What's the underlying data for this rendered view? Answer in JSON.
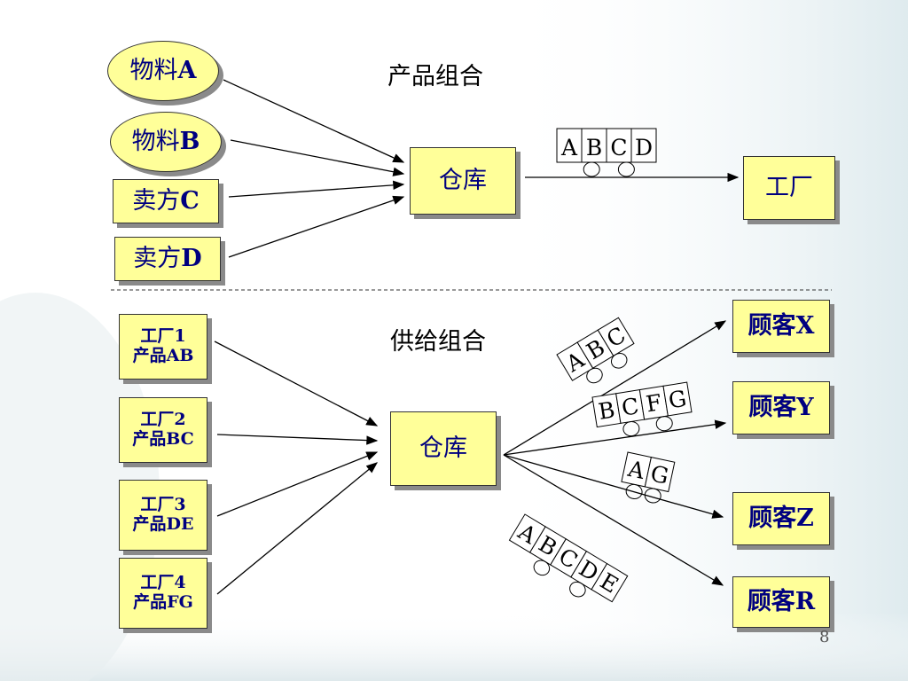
{
  "top": {
    "title": "产品组合",
    "sources": [
      {
        "name": "物料",
        "code": "A",
        "shape": "oval"
      },
      {
        "name": "物料",
        "code": "B",
        "shape": "oval"
      },
      {
        "name": "卖方",
        "code": "C",
        "shape": "rect"
      },
      {
        "name": "卖方",
        "code": "D",
        "shape": "rect"
      }
    ],
    "warehouse": "仓库",
    "factory": "工厂",
    "shipment": [
      "A",
      "B",
      "C",
      "D"
    ]
  },
  "bottom": {
    "title": "供给组合",
    "factories": [
      {
        "line1": "工厂1",
        "line2": "产品AB"
      },
      {
        "line1": "工厂2",
        "line2": "产品BC"
      },
      {
        "line1": "工厂3",
        "line2": "产品DE"
      },
      {
        "line1": "工厂4",
        "line2": "产品FG"
      }
    ],
    "warehouse": "仓库",
    "customers": [
      "顾客X",
      "顾客Y",
      "顾客Z",
      "顾客R"
    ],
    "shipments": [
      [
        "A",
        "B",
        "C"
      ],
      [
        "B",
        "C",
        "F",
        "G"
      ],
      [
        "A",
        "G"
      ],
      [
        "A",
        "B",
        "C",
        "D",
        "E"
      ]
    ]
  },
  "page_number": "8",
  "colors": {
    "node_fill": "#ffff99",
    "node_text": "#000080",
    "shadow": "#8a8a8a"
  }
}
